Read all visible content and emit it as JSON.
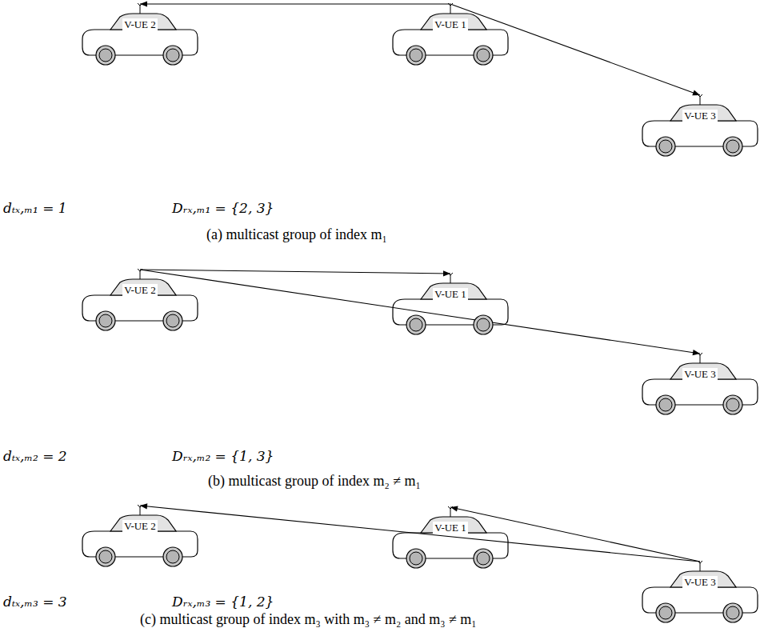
{
  "diagram": {
    "nodes": [
      {
        "text": [
          "V-UE 2"
        ]
      },
      {
        "text": [
          "V-UE 1"
        ]
      },
      {
        "text": [
          "V-UE 3"
        ]
      },
      {
        "text": [
          "V-UE 2"
        ]
      },
      {
        "text": [
          "V-UE 1"
        ]
      },
      {
        "text": [
          "V-UE 3"
        ]
      },
      {
        "text": [
          "V-UE 2"
        ]
      },
      {
        "text": [
          "V-UE 1"
        ]
      },
      {
        "text": [
          "V-UE 3"
        ]
      }
    ],
    "edges": [
      {
        "from": 1,
        "to": 0,
        "arrow": "to"
      },
      {
        "from": 1,
        "to": 2,
        "arrow": "to"
      },
      {
        "from": 3,
        "to": 4,
        "arrow": "to"
      },
      {
        "from": 3,
        "to": 5,
        "arrow": "to"
      },
      {
        "from": 8,
        "to": 6,
        "arrow": "to"
      },
      {
        "from": 8,
        "to": 7,
        "arrow": "to"
      }
    ],
    "labels": [
      "dₜₓ,ₘ₁ = 1",
      "Dᵣₓ,ₘ₁ = {2, 3}",
      "(a) multicast group of index m₁",
      "dₜₓ,ₘ₂ = 2",
      "Dᵣₓ,ₘ₂ = {1, 3}",
      "(b) multicast group of index m₂ ≠ m₁",
      "dₜₓ,ₘ₃ = 3",
      "Dᵣₓ,ₘ₃ = {1, 2}",
      "(c) multicast group of index m₃ with m₃ ≠ m₂ and m₃ ≠ m₁"
    ]
  }
}
